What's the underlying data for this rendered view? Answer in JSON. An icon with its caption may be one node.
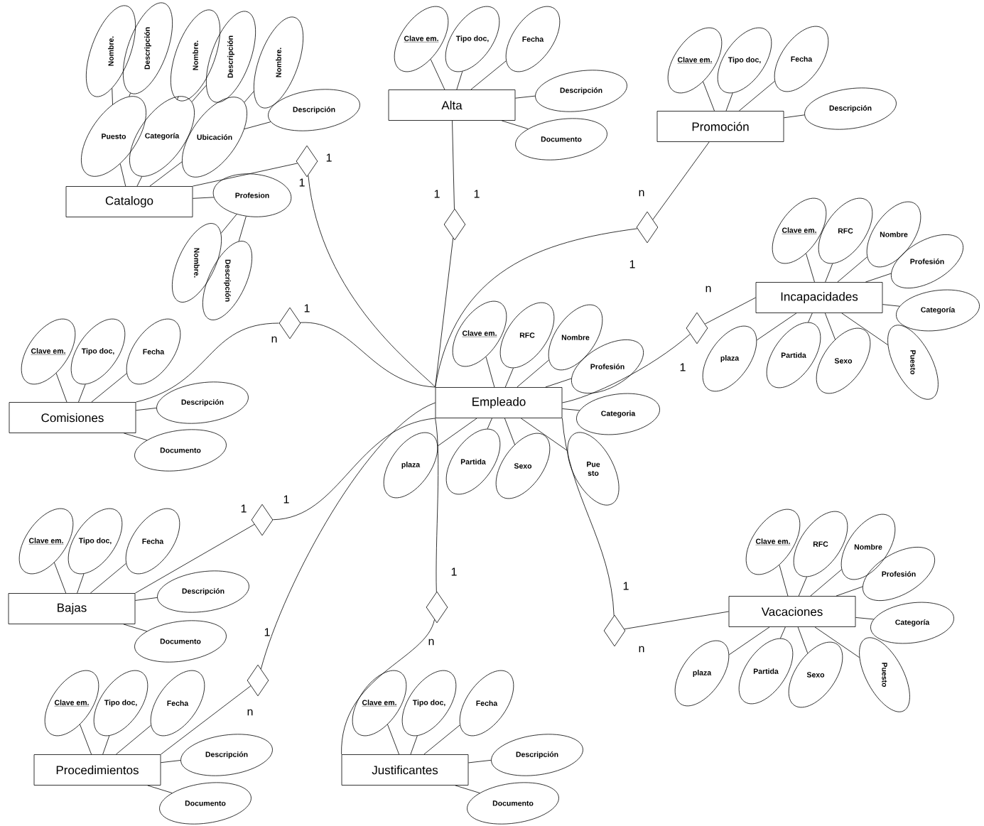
{
  "diagram": {
    "nodes": [
      {
        "text": [
          "Catalogo"
        ]
      },
      {
        "text": [
          "Puesto"
        ]
      },
      {
        "text": [
          "Categoría"
        ]
      },
      {
        "text": [
          "Ubicación"
        ]
      },
      {
        "text": [
          "Nombre."
        ]
      },
      {
        "text": [
          "Descripción"
        ]
      },
      {
        "text": [
          "Nombre."
        ]
      },
      {
        "text": [
          "Descripción"
        ]
      },
      {
        "text": [
          "Nombre."
        ]
      },
      {
        "text": [
          "Descripción"
        ]
      },
      {
        "text": [
          "Profesion"
        ]
      },
      {
        "text": [
          "Nombre."
        ]
      },
      {
        "text": [
          "Descripción"
        ]
      },
      {
        "text": [
          "Alta"
        ]
      },
      {
        "text": [
          "Clave em."
        ]
      },
      {
        "text": [
          "Tipo doc,"
        ]
      },
      {
        "text": [
          "Fecha"
        ]
      },
      {
        "text": [
          "Descripción"
        ]
      },
      {
        "text": [
          "Documento"
        ]
      },
      {
        "text": [
          "Promoción"
        ]
      },
      {
        "text": [
          "Clave em."
        ]
      },
      {
        "text": [
          "Tipo doc,"
        ]
      },
      {
        "text": [
          "Fecha"
        ]
      },
      {
        "text": [
          "Descripción"
        ]
      },
      {
        "text": [
          "Incapacidades"
        ]
      },
      {
        "text": [
          "Clave em."
        ]
      },
      {
        "text": [
          "RFC"
        ]
      },
      {
        "text": [
          "Nombre"
        ]
      },
      {
        "text": [
          "Profesión"
        ]
      },
      {
        "text": [
          "Categoría"
        ]
      },
      {
        "text": [
          "plaza"
        ]
      },
      {
        "text": [
          "Partida"
        ]
      },
      {
        "text": [
          "Sexo"
        ]
      },
      {
        "text": [
          "Puesto"
        ]
      },
      {
        "text": [
          "Comisiones"
        ]
      },
      {
        "text": [
          "Clave em."
        ]
      },
      {
        "text": [
          "Tipo doc,"
        ]
      },
      {
        "text": [
          "Fecha"
        ]
      },
      {
        "text": [
          "Descripción"
        ]
      },
      {
        "text": [
          "Documento"
        ]
      },
      {
        "text": [
          "Empleado"
        ]
      },
      {
        "text": [
          "Clave em."
        ]
      },
      {
        "text": [
          "RFC"
        ]
      },
      {
        "text": [
          "Nombre"
        ]
      },
      {
        "text": [
          "Profesión"
        ]
      },
      {
        "text": [
          "Categoria"
        ]
      },
      {
        "text": [
          "plaza"
        ]
      },
      {
        "text": [
          "Partida"
        ]
      },
      {
        "text": [
          "Sexo"
        ]
      },
      {
        "text": [
          "Pue sto"
        ]
      },
      {
        "text": [
          "Bajas"
        ]
      },
      {
        "text": [
          "Clave em."
        ]
      },
      {
        "text": [
          "Tipo doc,"
        ]
      },
      {
        "text": [
          "Fecha"
        ]
      },
      {
        "text": [
          "Descripción"
        ]
      },
      {
        "text": [
          "Documento"
        ]
      },
      {
        "text": [
          "Vacaciones"
        ]
      },
      {
        "text": [
          "Clave em."
        ]
      },
      {
        "text": [
          "RFC"
        ]
      },
      {
        "text": [
          "Nombre"
        ]
      },
      {
        "text": [
          "Profesión"
        ]
      },
      {
        "text": [
          "Categoría"
        ]
      },
      {
        "text": [
          "plaza"
        ]
      },
      {
        "text": [
          "Partida"
        ]
      },
      {
        "text": [
          "Sexo"
        ]
      },
      {
        "text": [
          "Puesto"
        ]
      },
      {
        "text": [
          "Procedimientos"
        ]
      },
      {
        "text": [
          "Clave em."
        ]
      },
      {
        "text": [
          "Tipo doc,"
        ]
      },
      {
        "text": [
          "Fecha"
        ]
      },
      {
        "text": [
          "Descripción"
        ]
      },
      {
        "text": [
          "Documento"
        ]
      },
      {
        "text": [
          "Justificantes"
        ]
      },
      {
        "text": [
          "Clave em."
        ]
      },
      {
        "text": [
          "Tipo doc,"
        ]
      },
      {
        "text": [
          "Fecha"
        ]
      },
      {
        "text": [
          "Descripción"
        ]
      },
      {
        "text": [
          "Documento"
        ]
      },
      {
        "text": [],
        "shape": "diamond"
      },
      {
        "text": [],
        "shape": "diamond"
      },
      {
        "text": [],
        "shape": "diamond"
      },
      {
        "text": [],
        "shape": "diamond"
      },
      {
        "text": [],
        "shape": "diamond"
      },
      {
        "text": [],
        "shape": "diamond"
      },
      {
        "text": [],
        "shape": "diamond"
      },
      {
        "text": [],
        "shape": "diamond"
      },
      {
        "text": [],
        "shape": "diamond"
      }
    ],
    "edges": [
      {
        "from": 0,
        "to": 1,
        "arrow": "none"
      },
      {
        "from": 0,
        "to": 2,
        "arrow": "none"
      },
      {
        "from": 0,
        "to": 3,
        "arrow": "none"
      },
      {
        "from": 1,
        "to": 4,
        "arrow": "none"
      },
      {
        "from": 1,
        "to": 5,
        "arrow": "none"
      },
      {
        "from": 2,
        "to": 6,
        "arrow": "none"
      },
      {
        "from": 2,
        "to": 7,
        "arrow": "none"
      },
      {
        "from": 3,
        "to": 8,
        "arrow": "none"
      },
      {
        "from": 3,
        "to": 9,
        "arrow": "none"
      },
      {
        "from": 0,
        "to": 10,
        "arrow": "none"
      },
      {
        "from": 10,
        "to": 11,
        "arrow": "none"
      },
      {
        "from": 10,
        "to": 12,
        "arrow": "none"
      },
      {
        "from": 13,
        "to": 14,
        "arrow": "none"
      },
      {
        "from": 13,
        "to": 15,
        "arrow": "none"
      },
      {
        "from": 13,
        "to": 16,
        "arrow": "none"
      },
      {
        "from": 13,
        "to": 17,
        "arrow": "none"
      },
      {
        "from": 13,
        "to": 18,
        "arrow": "none"
      },
      {
        "from": 19,
        "to": 20,
        "arrow": "none"
      },
      {
        "from": 19,
        "to": 21,
        "arrow": "none"
      },
      {
        "from": 19,
        "to": 22,
        "arrow": "none"
      },
      {
        "from": 19,
        "to": 23,
        "arrow": "none"
      },
      {
        "from": 24,
        "to": 25,
        "arrow": "none"
      },
      {
        "from": 24,
        "to": 26,
        "arrow": "none"
      },
      {
        "from": 24,
        "to": 27,
        "arrow": "none"
      },
      {
        "from": 24,
        "to": 28,
        "arrow": "none"
      },
      {
        "from": 24,
        "to": 29,
        "arrow": "none"
      },
      {
        "from": 24,
        "to": 30,
        "arrow": "none"
      },
      {
        "from": 24,
        "to": 31,
        "arrow": "none"
      },
      {
        "from": 24,
        "to": 32,
        "arrow": "none"
      },
      {
        "from": 24,
        "to": 33,
        "arrow": "none"
      },
      {
        "from": 34,
        "to": 35,
        "arrow": "none"
      },
      {
        "from": 34,
        "to": 36,
        "arrow": "none"
      },
      {
        "from": 34,
        "to": 37,
        "arrow": "none"
      },
      {
        "from": 34,
        "to": 38,
        "arrow": "none"
      },
      {
        "from": 34,
        "to": 39,
        "arrow": "none"
      },
      {
        "from": 40,
        "to": 41,
        "arrow": "none"
      },
      {
        "from": 40,
        "to": 42,
        "arrow": "none"
      },
      {
        "from": 40,
        "to": 43,
        "arrow": "none"
      },
      {
        "from": 40,
        "to": 44,
        "arrow": "none"
      },
      {
        "from": 40,
        "to": 45,
        "arrow": "none"
      },
      {
        "from": 40,
        "to": 46,
        "arrow": "none"
      },
      {
        "from": 40,
        "to": 47,
        "arrow": "none"
      },
      {
        "from": 40,
        "to": 48,
        "arrow": "none"
      },
      {
        "from": 40,
        "to": 49,
        "arrow": "none"
      },
      {
        "from": 50,
        "to": 51,
        "arrow": "none"
      },
      {
        "from": 50,
        "to": 52,
        "arrow": "none"
      },
      {
        "from": 50,
        "to": 53,
        "arrow": "none"
      },
      {
        "from": 50,
        "to": 54,
        "arrow": "none"
      },
      {
        "from": 50,
        "to": 55,
        "arrow": "none"
      },
      {
        "from": 56,
        "to": 57,
        "arrow": "none"
      },
      {
        "from": 56,
        "to": 58,
        "arrow": "none"
      },
      {
        "from": 56,
        "to": 59,
        "arrow": "none"
      },
      {
        "from": 56,
        "to": 60,
        "arrow": "none"
      },
      {
        "from": 56,
        "to": 61,
        "arrow": "none"
      },
      {
        "from": 56,
        "to": 62,
        "arrow": "none"
      },
      {
        "from": 56,
        "to": 63,
        "arrow": "none"
      },
      {
        "from": 56,
        "to": 64,
        "arrow": "none"
      },
      {
        "from": 56,
        "to": 65,
        "arrow": "none"
      },
      {
        "from": 66,
        "to": 67,
        "arrow": "none"
      },
      {
        "from": 66,
        "to": 68,
        "arrow": "none"
      },
      {
        "from": 66,
        "to": 69,
        "arrow": "none"
      },
      {
        "from": 66,
        "to": 70,
        "arrow": "none"
      },
      {
        "from": 66,
        "to": 71,
        "arrow": "none"
      },
      {
        "from": 72,
        "to": 73,
        "arrow": "none"
      },
      {
        "from": 72,
        "to": 74,
        "arrow": "none"
      },
      {
        "from": 72,
        "to": 75,
        "arrow": "none"
      },
      {
        "from": 72,
        "to": 76,
        "arrow": "none"
      },
      {
        "from": 72,
        "to": 77,
        "arrow": "none"
      },
      {
        "from": 0,
        "to": 78,
        "arrow": "none",
        "label": "1"
      },
      {
        "from": 78,
        "to": 40,
        "arrow": "none",
        "label": "1"
      },
      {
        "from": 13,
        "to": 79,
        "arrow": "none",
        "label": "1"
      },
      {
        "from": 79,
        "to": 40,
        "arrow": "none",
        "label": "1"
      },
      {
        "from": 19,
        "to": 80,
        "arrow": "none",
        "label": "n"
      },
      {
        "from": 80,
        "to": 40,
        "arrow": "none",
        "label": "1"
      },
      {
        "from": 24,
        "to": 81,
        "arrow": "none",
        "label": "n"
      },
      {
        "from": 81,
        "to": 40,
        "arrow": "none",
        "label": "1"
      },
      {
        "from": 34,
        "to": 82,
        "arrow": "none",
        "label": "n"
      },
      {
        "from": 82,
        "to": 40,
        "arrow": "none",
        "label": "1"
      },
      {
        "from": 50,
        "to": 83,
        "arrow": "none",
        "label": "1"
      },
      {
        "from": 83,
        "to": 40,
        "arrow": "none",
        "label": "1"
      },
      {
        "from": 72,
        "to": 84,
        "arrow": "none",
        "label": "n"
      },
      {
        "from": 84,
        "to": 40,
        "arrow": "none",
        "label": "1"
      },
      {
        "from": 56,
        "to": 85,
        "arrow": "none",
        "label": "n"
      },
      {
        "from": 85,
        "to": 40,
        "arrow": "none",
        "label": "1"
      },
      {
        "from": 66,
        "to": 86,
        "arrow": "none",
        "label": "n"
      },
      {
        "from": 86,
        "to": 40,
        "arrow": "none",
        "label": "1"
      }
    ]
  }
}
